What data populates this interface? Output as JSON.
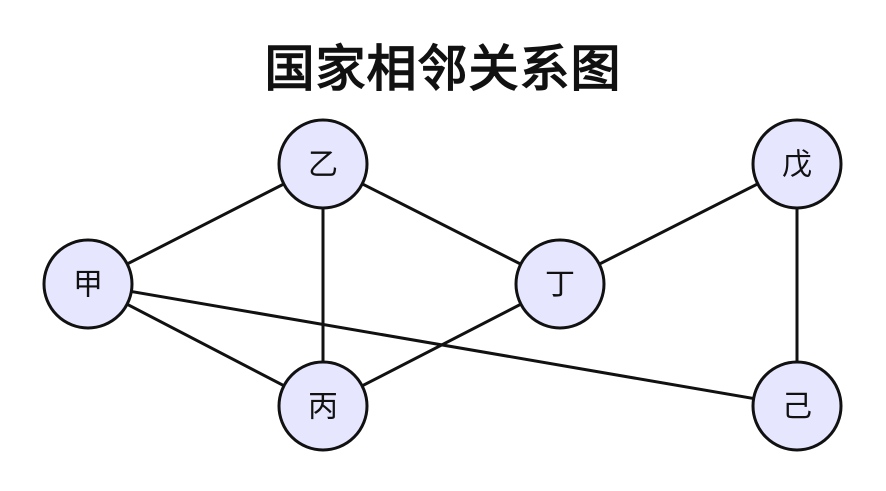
{
  "diagram": {
    "title": "国家相邻关系图",
    "nodes": [
      {
        "id": "jia",
        "label": "甲"
      },
      {
        "id": "yi",
        "label": "乙"
      },
      {
        "id": "bing",
        "label": "丙"
      },
      {
        "id": "ding",
        "label": "丁"
      },
      {
        "id": "wu",
        "label": "戊"
      },
      {
        "id": "ji",
        "label": "己"
      }
    ],
    "edges": [
      {
        "from": "jia",
        "to": "yi"
      },
      {
        "from": "jia",
        "to": "bing"
      },
      {
        "from": "jia",
        "to": "ji"
      },
      {
        "from": "yi",
        "to": "bing"
      },
      {
        "from": "yi",
        "to": "ding"
      },
      {
        "from": "bing",
        "to": "ding"
      },
      {
        "from": "ding",
        "to": "wu"
      },
      {
        "from": "wu",
        "to": "ji"
      }
    ],
    "colors": {
      "node_fill": "#e6e6ff",
      "stroke": "#111111"
    }
  }
}
